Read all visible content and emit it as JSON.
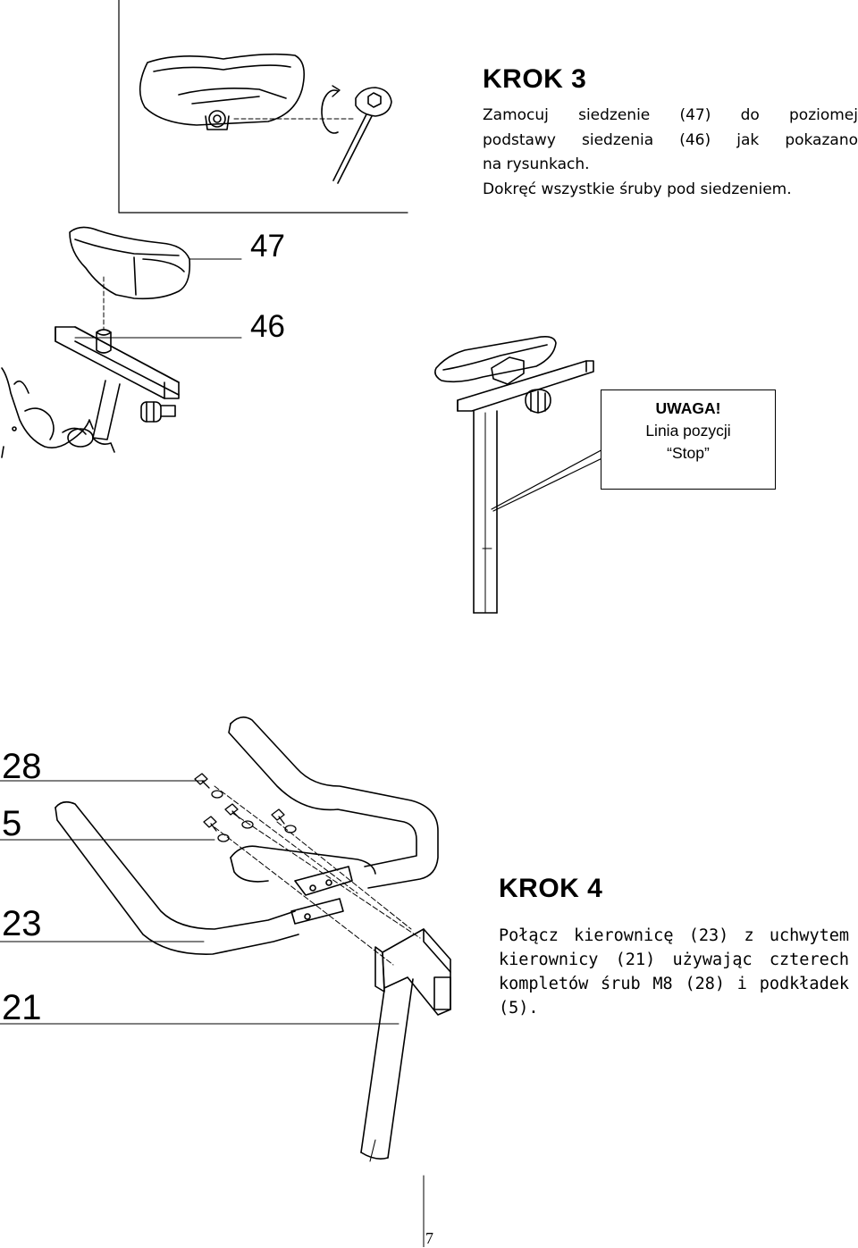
{
  "step3": {
    "title": "KROK 3",
    "paragraph_lines": [
      "Zamocuj siedzenie (47) do poziomej",
      "podstawy siedzenia (46) jak pokazano",
      "na rysunkach."
    ],
    "tighten_line": "Dokręć wszystkie śruby pod siedzeniem.",
    "part_labels": {
      "seat": "47",
      "seat_base": "46"
    }
  },
  "warning": {
    "title": "UWAGA!",
    "line1": "Linia pozycji",
    "line2": "“Stop”"
  },
  "step4": {
    "title": "KROK 4",
    "paragraph_lines": [
      "Połącz kierownicę (23) z uchwytem",
      "kierownicy (21) używając czterech",
      "kompletów śrub M8 (28) i podkładek",
      "(5)."
    ],
    "part_labels": {
      "bolt": "28",
      "washer": "5",
      "handlebar": "23",
      "handlebar_post": "21"
    }
  },
  "page_number": "7"
}
